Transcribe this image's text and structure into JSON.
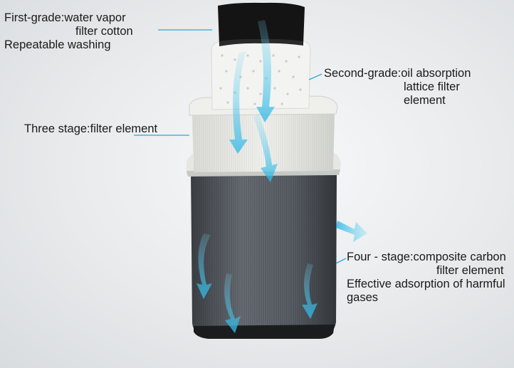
{
  "callouts": {
    "first": {
      "line1": "First-grade:water vapor",
      "line2": "filter cotton",
      "line3": "Repeatable washing"
    },
    "second": {
      "line1": "Second-grade:oil absorption",
      "line2": "lattice filter",
      "line3": "element"
    },
    "third": {
      "line1": "Three stage:filter element"
    },
    "fourth": {
      "line1": "Four - stage:composite carbon",
      "line2": "filter element",
      "line3": "Effective adsorption of harmful",
      "line4": "gases"
    }
  },
  "colors": {
    "leader_line": "#2aa7e0",
    "airflow": "#3fc3ea",
    "carbon": "#5b6168",
    "paper": "#f1f1ee",
    "cotton": "#151515"
  }
}
